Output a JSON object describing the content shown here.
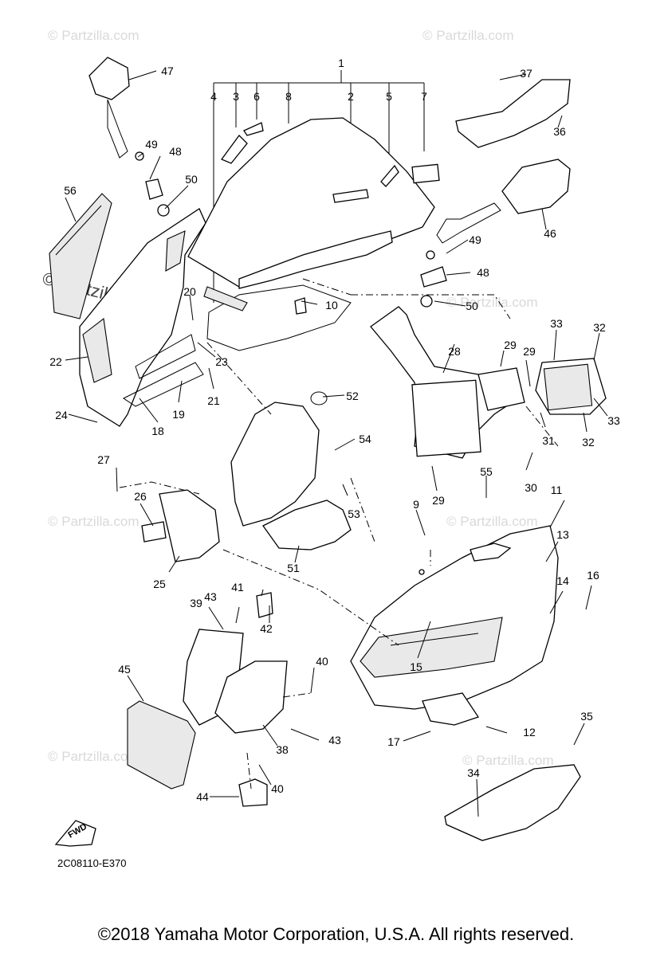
{
  "diagram": {
    "drawing_code": "2C08110-E370",
    "copyright": "©2018 Yamaha Motor Corporation, U.S.A. All rights reserved.",
    "fwd_label": "FWD",
    "watermark": "© Partzilla.com",
    "callouts": [
      "1",
      "2",
      "3",
      "4",
      "5",
      "6",
      "7",
      "8",
      "9",
      "10",
      "11",
      "12",
      "13",
      "14",
      "15",
      "16",
      "17",
      "18",
      "19",
      "20",
      "21",
      "22",
      "23",
      "24",
      "25",
      "26",
      "27",
      "28",
      "29",
      "30",
      "31",
      "32",
      "33",
      "34",
      "35",
      "36",
      "37",
      "38",
      "39",
      "40",
      "41",
      "42",
      "43",
      "44",
      "45",
      "46",
      "47",
      "48",
      "49",
      "50",
      "51",
      "52",
      "53",
      "54",
      "55",
      "56"
    ]
  }
}
